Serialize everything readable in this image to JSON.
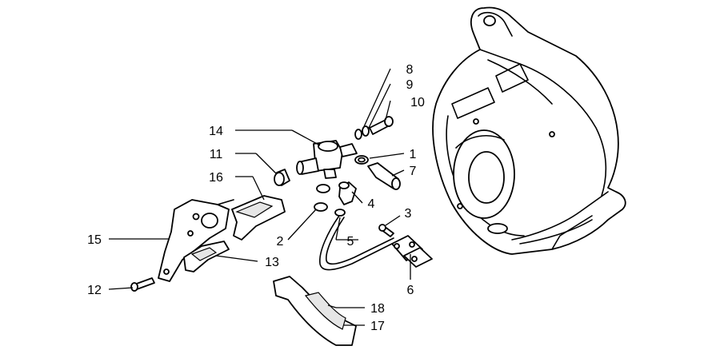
{
  "callouts": [
    {
      "id": "c1",
      "text": "1"
    },
    {
      "id": "c2",
      "text": "2"
    },
    {
      "id": "c3",
      "text": "3"
    },
    {
      "id": "c4",
      "text": "4"
    },
    {
      "id": "c5",
      "text": "5"
    },
    {
      "id": "c6",
      "text": "6"
    },
    {
      "id": "c7",
      "text": "7"
    },
    {
      "id": "c8",
      "text": "8"
    },
    {
      "id": "c9",
      "text": "9"
    },
    {
      "id": "c10",
      "text": "10"
    },
    {
      "id": "c11",
      "text": "11"
    },
    {
      "id": "c12",
      "text": "12"
    },
    {
      "id": "c13",
      "text": "13"
    },
    {
      "id": "c14",
      "text": "14"
    },
    {
      "id": "c15",
      "text": "15"
    },
    {
      "id": "c16",
      "text": "16"
    },
    {
      "id": "c17",
      "text": "17"
    },
    {
      "id": "c18",
      "text": "18"
    }
  ]
}
